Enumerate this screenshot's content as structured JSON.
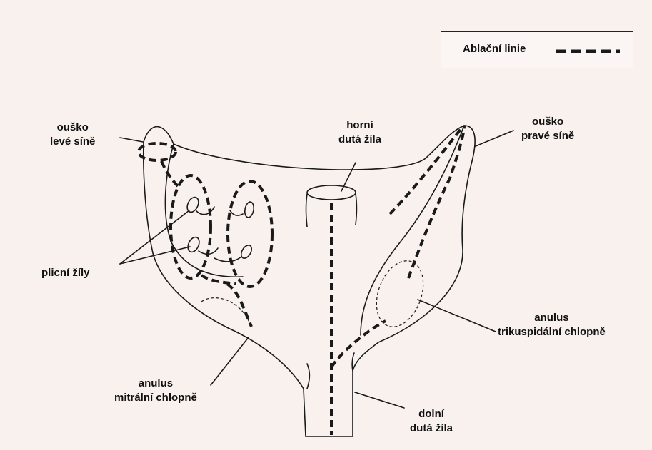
{
  "legend": {
    "label": "Ablační linie"
  },
  "labels": {
    "left_appendage": [
      "ouško",
      "levé síně"
    ],
    "svc": [
      "horní",
      "dutá žíla"
    ],
    "right_appendage": [
      "ouško",
      "pravé síně"
    ],
    "pulmonary_veins": [
      "plicní žíly"
    ],
    "tricuspid": [
      "anulus",
      "trikuspidální chlopně"
    ],
    "mitral": [
      "anulus",
      "mitrální chlopně"
    ],
    "ivc": [
      "dolní",
      "dutá žíla"
    ]
  },
  "colors": {
    "background": "#f8f1ee",
    "line": "#1a1a1a"
  }
}
